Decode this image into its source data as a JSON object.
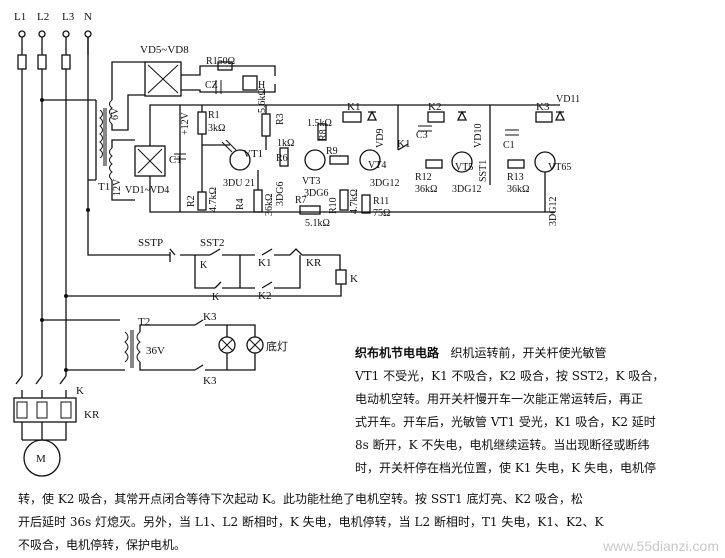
{
  "lines": {
    "l1": "L1",
    "l2": "L2",
    "l3": "L3",
    "n": "N"
  },
  "labels": {
    "vd5_vd8": "VD5~VD8",
    "r150": "R150Ω",
    "cz": "CZ",
    "h": "H",
    "v6": "6V",
    "v12": "+12V",
    "r1": "R1",
    "r1v": "3kΩ",
    "c1": "C1",
    "r3": "R3",
    "r3v": "5.6kΩ",
    "vt1": "VT1",
    "du21": "3DU 21",
    "r6": "R6",
    "r6v": "1kΩ",
    "dg6a": "3DG6",
    "r2": "R2",
    "r2v": "4.7kΩ",
    "r4": "R4",
    "r4v": "36kΩ",
    "r8": "R8",
    "r8v": "1.5kΩ",
    "k1": "K1",
    "vd9": "VD9",
    "r9": "R9",
    "vt4": "VT4",
    "vt3": "VT3",
    "dg6b": "3DG6",
    "r7": "R7",
    "r7v": "5.1kΩ",
    "r10": "R10",
    "r10v": "4.7kΩ",
    "r11": "R11",
    "r11v": "75Ω",
    "dg12a": "3DG12",
    "k2": "K2",
    "c3": "C3",
    "vd10": "VD10",
    "sst1": "SST1",
    "vt5": "VT5",
    "r12": "R12",
    "r12v": "36kΩ",
    "dg12b": "3DG12",
    "c1b": "C1",
    "k3": "K3",
    "vd11": "VD11",
    "vt6": "VT65",
    "r13": "R13",
    "r13v": "36kΩ",
    "dg12c": "3DG12",
    "t1": "T1",
    "v12b": "12V",
    "vd1_vd4": "VD1~VD4",
    "sstp": "SSTP",
    "sst2": "SST2",
    "k1b": "K1",
    "kr": "KR",
    "k": "K",
    "k2b": "K2",
    "kcoil": "K",
    "t2": "T2",
    "k3b": "K3",
    "v36": "36V",
    "lamp": "底灯",
    "k3c": "K3",
    "k_main": "K",
    "kr_main": "KR",
    "motor": "M"
  },
  "description": {
    "title": "织布机节电电路",
    "lines_right": [
      "织机运转前，开关杆使光敏管",
      "VT1 不受光，K1 不吸合，K2 吸合，按 SST2，K 吸合，",
      "电动机空转。用开关杆慢开车一次能正常运转后，再正",
      "式开车。开车后，光敏管 VT1 受光，K1 吸合，K2 延时",
      "8s 断开，K 不失电，电机继续运转。当出现断径或断纬",
      "时，开关杆停在档光位置，使 K1 失电，K 失电，电机停"
    ],
    "lines_bottom": [
      "转，使 K2 吸合，其常开点闭合等待下次起动 K。此功能杜绝了电机空转。按 SST1 底灯亮、K2 吸合，松",
      "开后延时 36s 灯熄灭。另外，当 L1、L2 断相时，K 失电，电机停转，当 L2 断相时，T1 失电，K1、K2、K",
      "不吸合，电机停转，保护电机。"
    ]
  },
  "watermark": "www.55dianzi.com"
}
